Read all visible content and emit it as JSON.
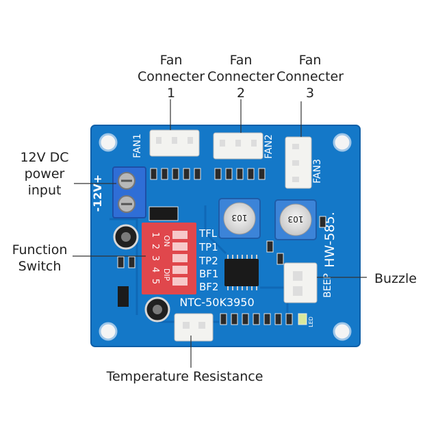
{
  "labels": {
    "fan1": [
      "Fan",
      "Connecter",
      "1"
    ],
    "fan2": [
      "Fan",
      "Connecter",
      "2"
    ],
    "fan3": [
      "Fan",
      "Connecter",
      "3"
    ],
    "power": [
      "12V DC",
      "power",
      "input"
    ],
    "function_switch": [
      "Function",
      "Switch"
    ],
    "buzzle": "Buzzle",
    "temperature": "Temperature Resistance"
  },
  "silkscreen": {
    "fan1": "FAN1",
    "fan2": "FAN2",
    "fan3": "FAN3",
    "power": "-12V+",
    "model": "HW-585.",
    "ntc": "NTC-50K3950",
    "beep": "BEEP",
    "dip_on": "ON",
    "dip_name": "DIP",
    "dip_numbers": [
      "1",
      "2",
      "3",
      "4",
      "5"
    ],
    "switch_funcs": [
      "TFL",
      "TP1",
      "TP2",
      "BF1",
      "BF2"
    ],
    "pot_codes": [
      "103",
      "103"
    ],
    "led": "LED"
  },
  "colors": {
    "pcb": "#1478c8",
    "pcb_dark": "#0d5fa8",
    "terminal": "#2f6ed6",
    "dip": "#e0474c",
    "connector": "#f3f3f0"
  }
}
